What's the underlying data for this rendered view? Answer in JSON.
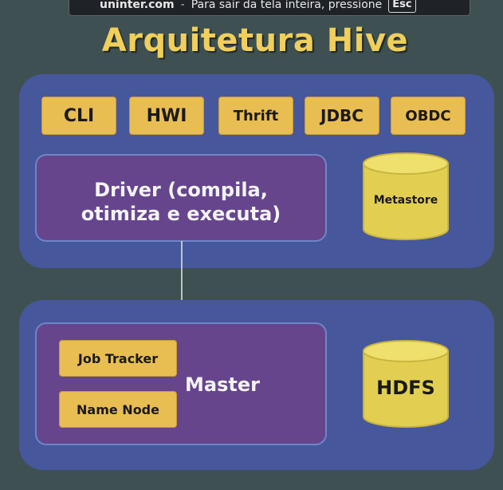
{
  "notice": {
    "host": "uninter.com",
    "separator": "-",
    "message": "Para sair da tela inteira, pressione",
    "key": "Esc"
  },
  "title": "Arquitetura Hive",
  "interfaces": [
    "CLI",
    "HWI",
    "Thrift",
    "JDBC",
    "OBDC"
  ],
  "driver": {
    "line1": "Driver (compila,",
    "line2": "otimiza e executa)"
  },
  "metastore": "Metastore",
  "master": {
    "label": "Master",
    "job_tracker": "Job Tracker",
    "name_node": "Name Node"
  },
  "hdfs": "HDFS",
  "colors": {
    "background": "#3e5052",
    "panel": "#46579c",
    "tag": "#e8bd52",
    "box": "#66458d",
    "cylinder": "#e2cf52",
    "title": "#f0cf5a"
  }
}
